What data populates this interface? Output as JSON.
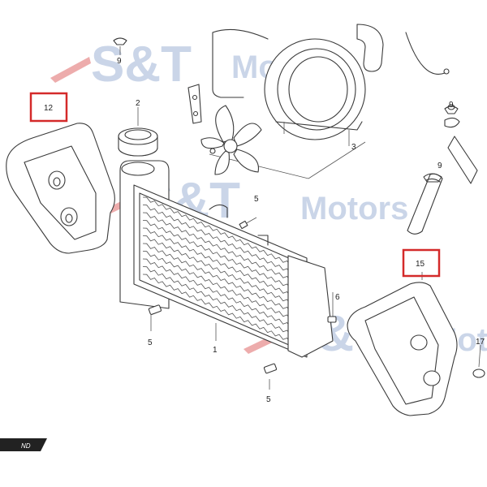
{
  "watermark": {
    "brand": "S&T",
    "word": "Motors",
    "color": "#9fb3d6"
  },
  "callouts": {
    "c1": "1",
    "c2": "2",
    "c3": "3",
    "c5a": "5",
    "c5b": "5",
    "c5c": "5",
    "c6": "6",
    "c9a": "9",
    "c9b": "9",
    "c9c": "9",
    "c12": "12",
    "c15": "15",
    "c17": "17"
  },
  "highlight_color": "#d42a2a",
  "corner_logo": "ND"
}
